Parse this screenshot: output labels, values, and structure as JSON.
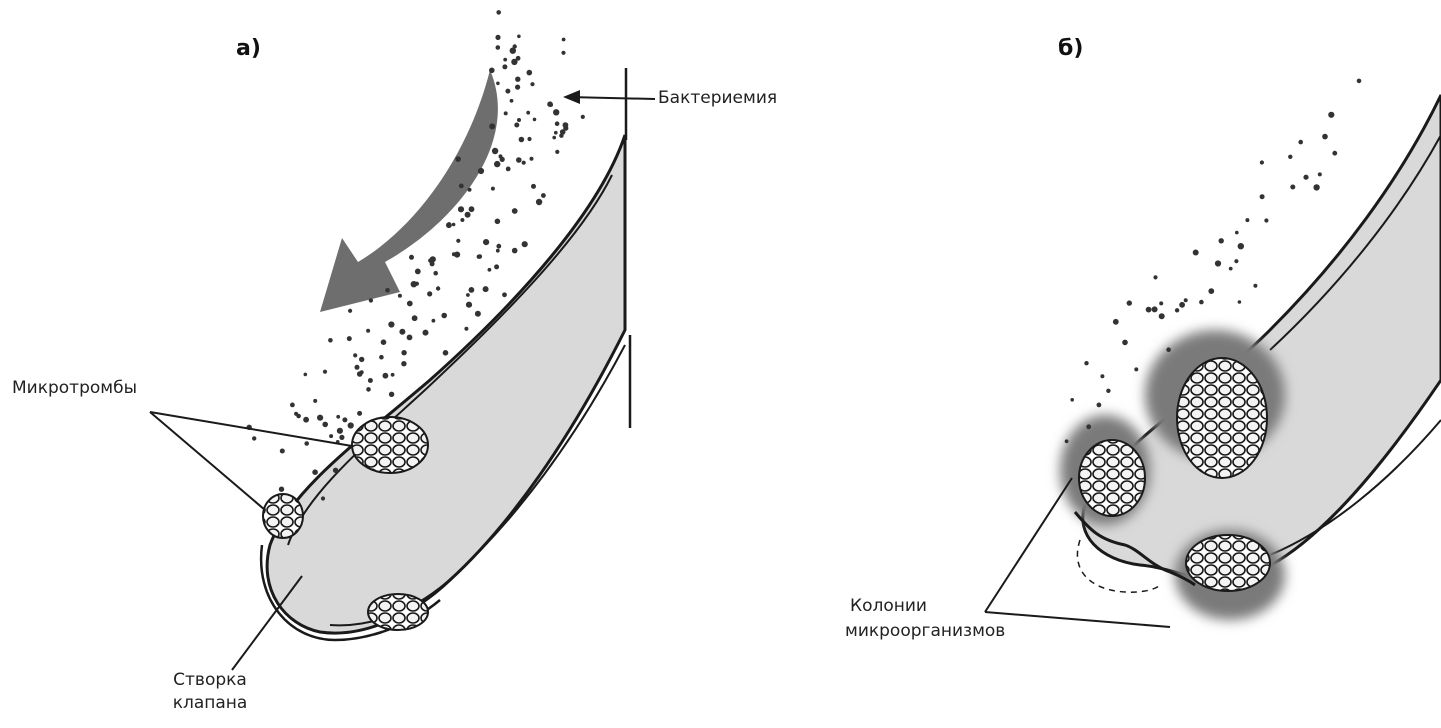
{
  "panels": [
    {
      "letter": "а)"
    },
    {
      "letter": "б)"
    }
  ],
  "labels": {
    "bacteremia": "Бактериемия",
    "microthrombi": "Микротромбы",
    "valve_leaflet_line1": "Створка",
    "valve_leaflet_line2": "клапана",
    "colonies_line1": "Колонии",
    "colonies_line2": "микроорганизмов"
  },
  "colors": {
    "ink": "#1a1a1a",
    "leaflet_fill": "#d9d9d9",
    "arrow": "#6e6e6e",
    "colony_halo": "#7a7a7a"
  }
}
